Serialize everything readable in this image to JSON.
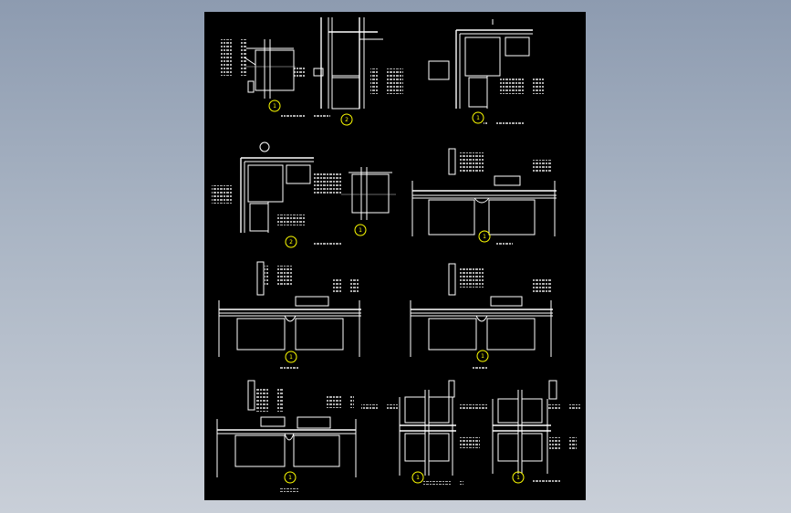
{
  "drawing": {
    "background_color": "#000000",
    "line_color": "#ffffff",
    "marker_color": "#ffff00",
    "details": [
      {
        "id": "d1",
        "marker": "1"
      },
      {
        "id": "d2",
        "marker": "2"
      },
      {
        "id": "d3",
        "marker": "1"
      },
      {
        "id": "d4",
        "marker": "2"
      },
      {
        "id": "d5",
        "marker": "1"
      },
      {
        "id": "d6",
        "marker": "1"
      },
      {
        "id": "d7",
        "marker": "1"
      },
      {
        "id": "d8",
        "marker": "1"
      },
      {
        "id": "d9",
        "marker": "1"
      },
      {
        "id": "d10",
        "marker": "1"
      },
      {
        "id": "d11",
        "marker": "1"
      }
    ]
  }
}
